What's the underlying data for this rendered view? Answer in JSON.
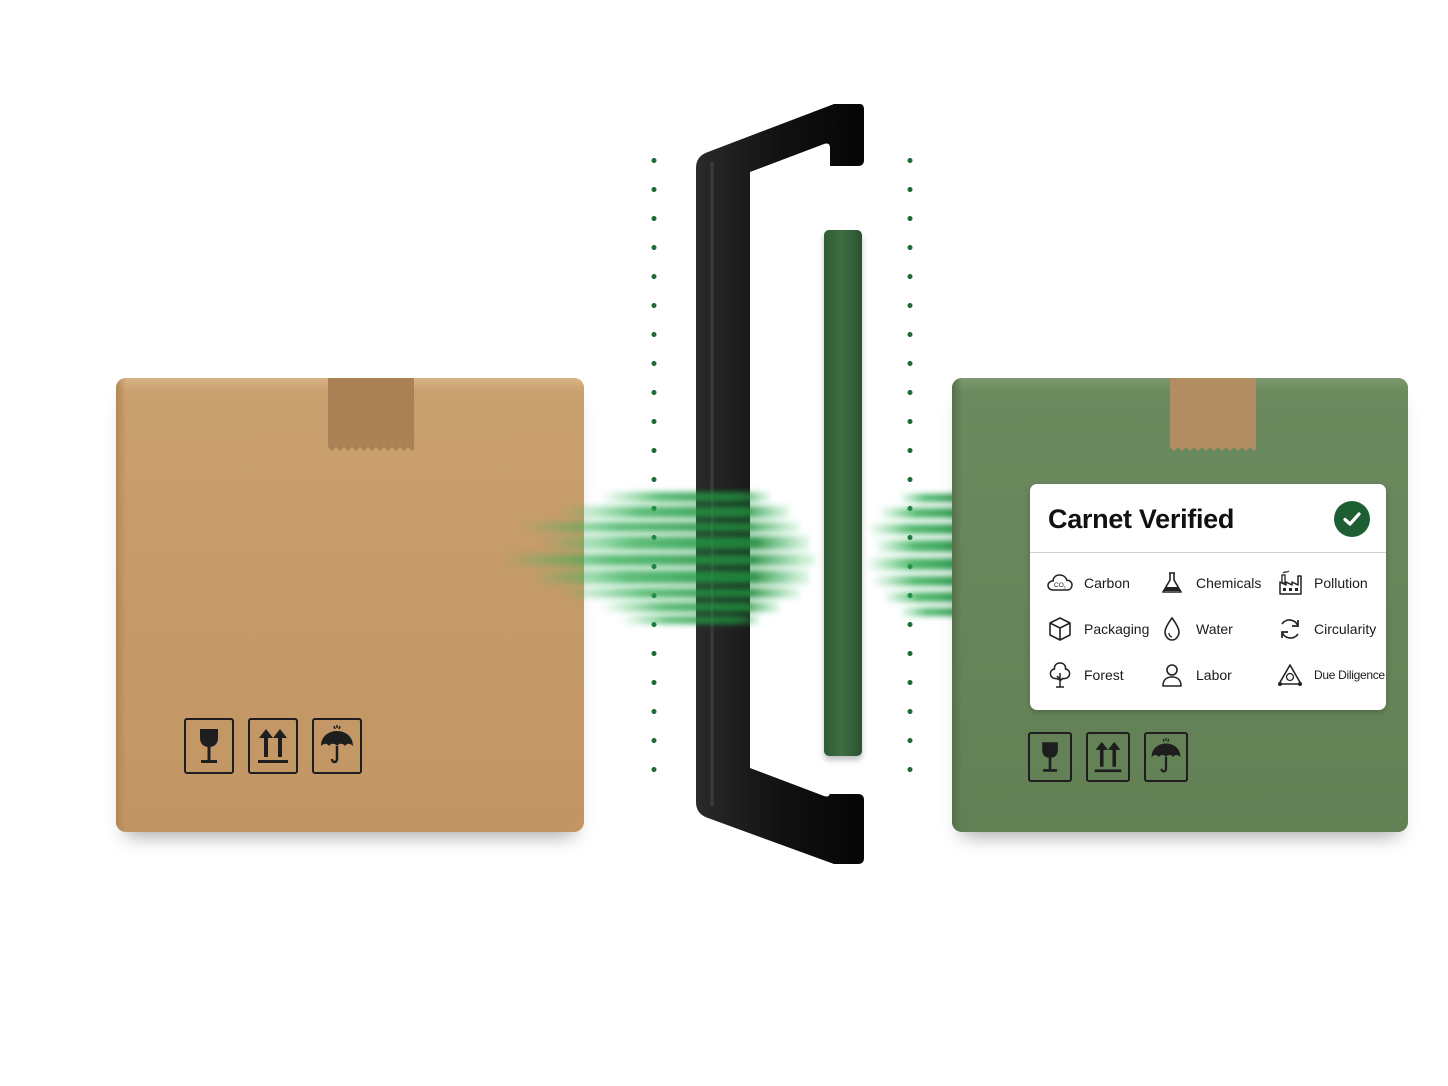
{
  "label": {
    "title": "Carnet Verified",
    "metrics": [
      {
        "label": "Carbon",
        "icon": "co2-cloud-icon"
      },
      {
        "label": "Chemicals",
        "icon": "flask-icon"
      },
      {
        "label": "Pollution",
        "icon": "factory-icon"
      },
      {
        "label": "Packaging",
        "icon": "package-icon"
      },
      {
        "label": "Water",
        "icon": "water-drop-icon"
      },
      {
        "label": "Circularity",
        "icon": "recycle-arrows-icon"
      },
      {
        "label": "Forest",
        "icon": "tree-icon"
      },
      {
        "label": "Labor",
        "icon": "person-icon"
      },
      {
        "label": "Due Diligence",
        "icon": "warning-triangle-icon"
      }
    ]
  },
  "colors": {
    "kraft_box": "#c59a69",
    "green_box": "#67855a",
    "accent_green": "#1d5e33",
    "scan_green": "#21a84a",
    "bracket": "#111111"
  },
  "handling_symbols": [
    "fragile-glass-icon",
    "this-way-up-icon",
    "keep-dry-umbrella-icon"
  ]
}
